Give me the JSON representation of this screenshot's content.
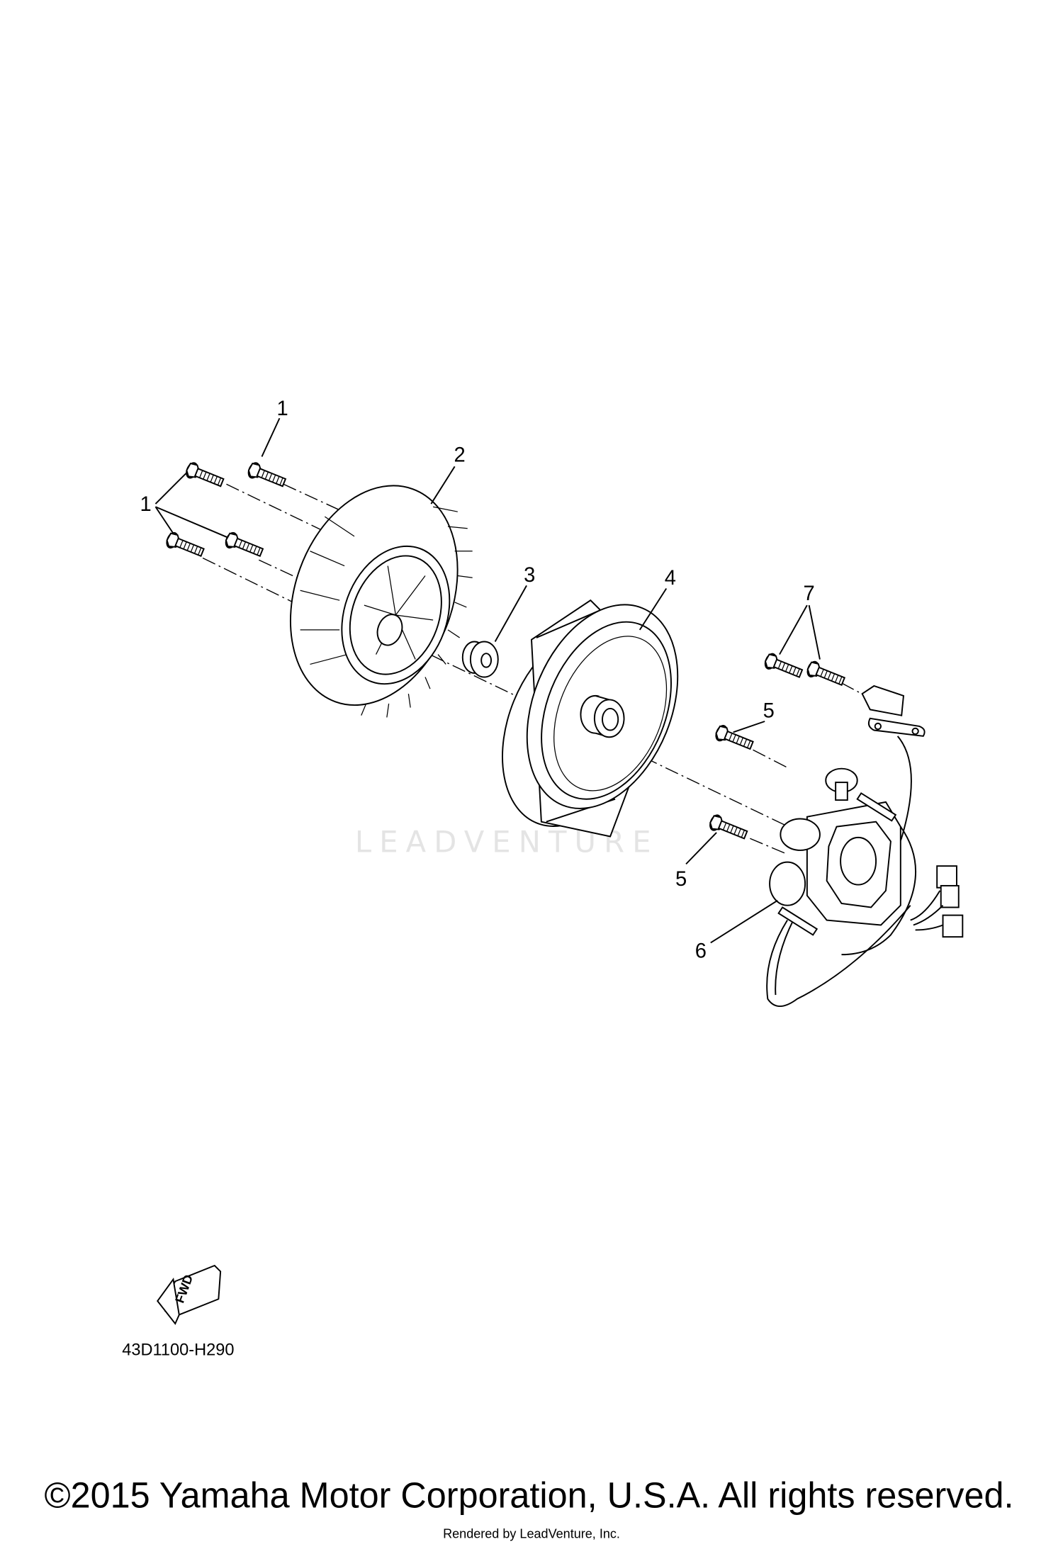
{
  "diagram": {
    "callouts": {
      "c1a": "1",
      "c1b": "1",
      "c2": "2",
      "c3": "3",
      "c4": "4",
      "c5a": "5",
      "c5b": "5",
      "c6": "6",
      "c7": "7"
    },
    "fwd_label": "FWD",
    "diagram_code": "43D1100-H290",
    "watermark": "LEADVENTURE",
    "copyright": "©2015 Yamaha Motor Corporation, U.S.A. All rights reserved.",
    "rendered_by": "Rendered by LeadVenture, Inc."
  }
}
